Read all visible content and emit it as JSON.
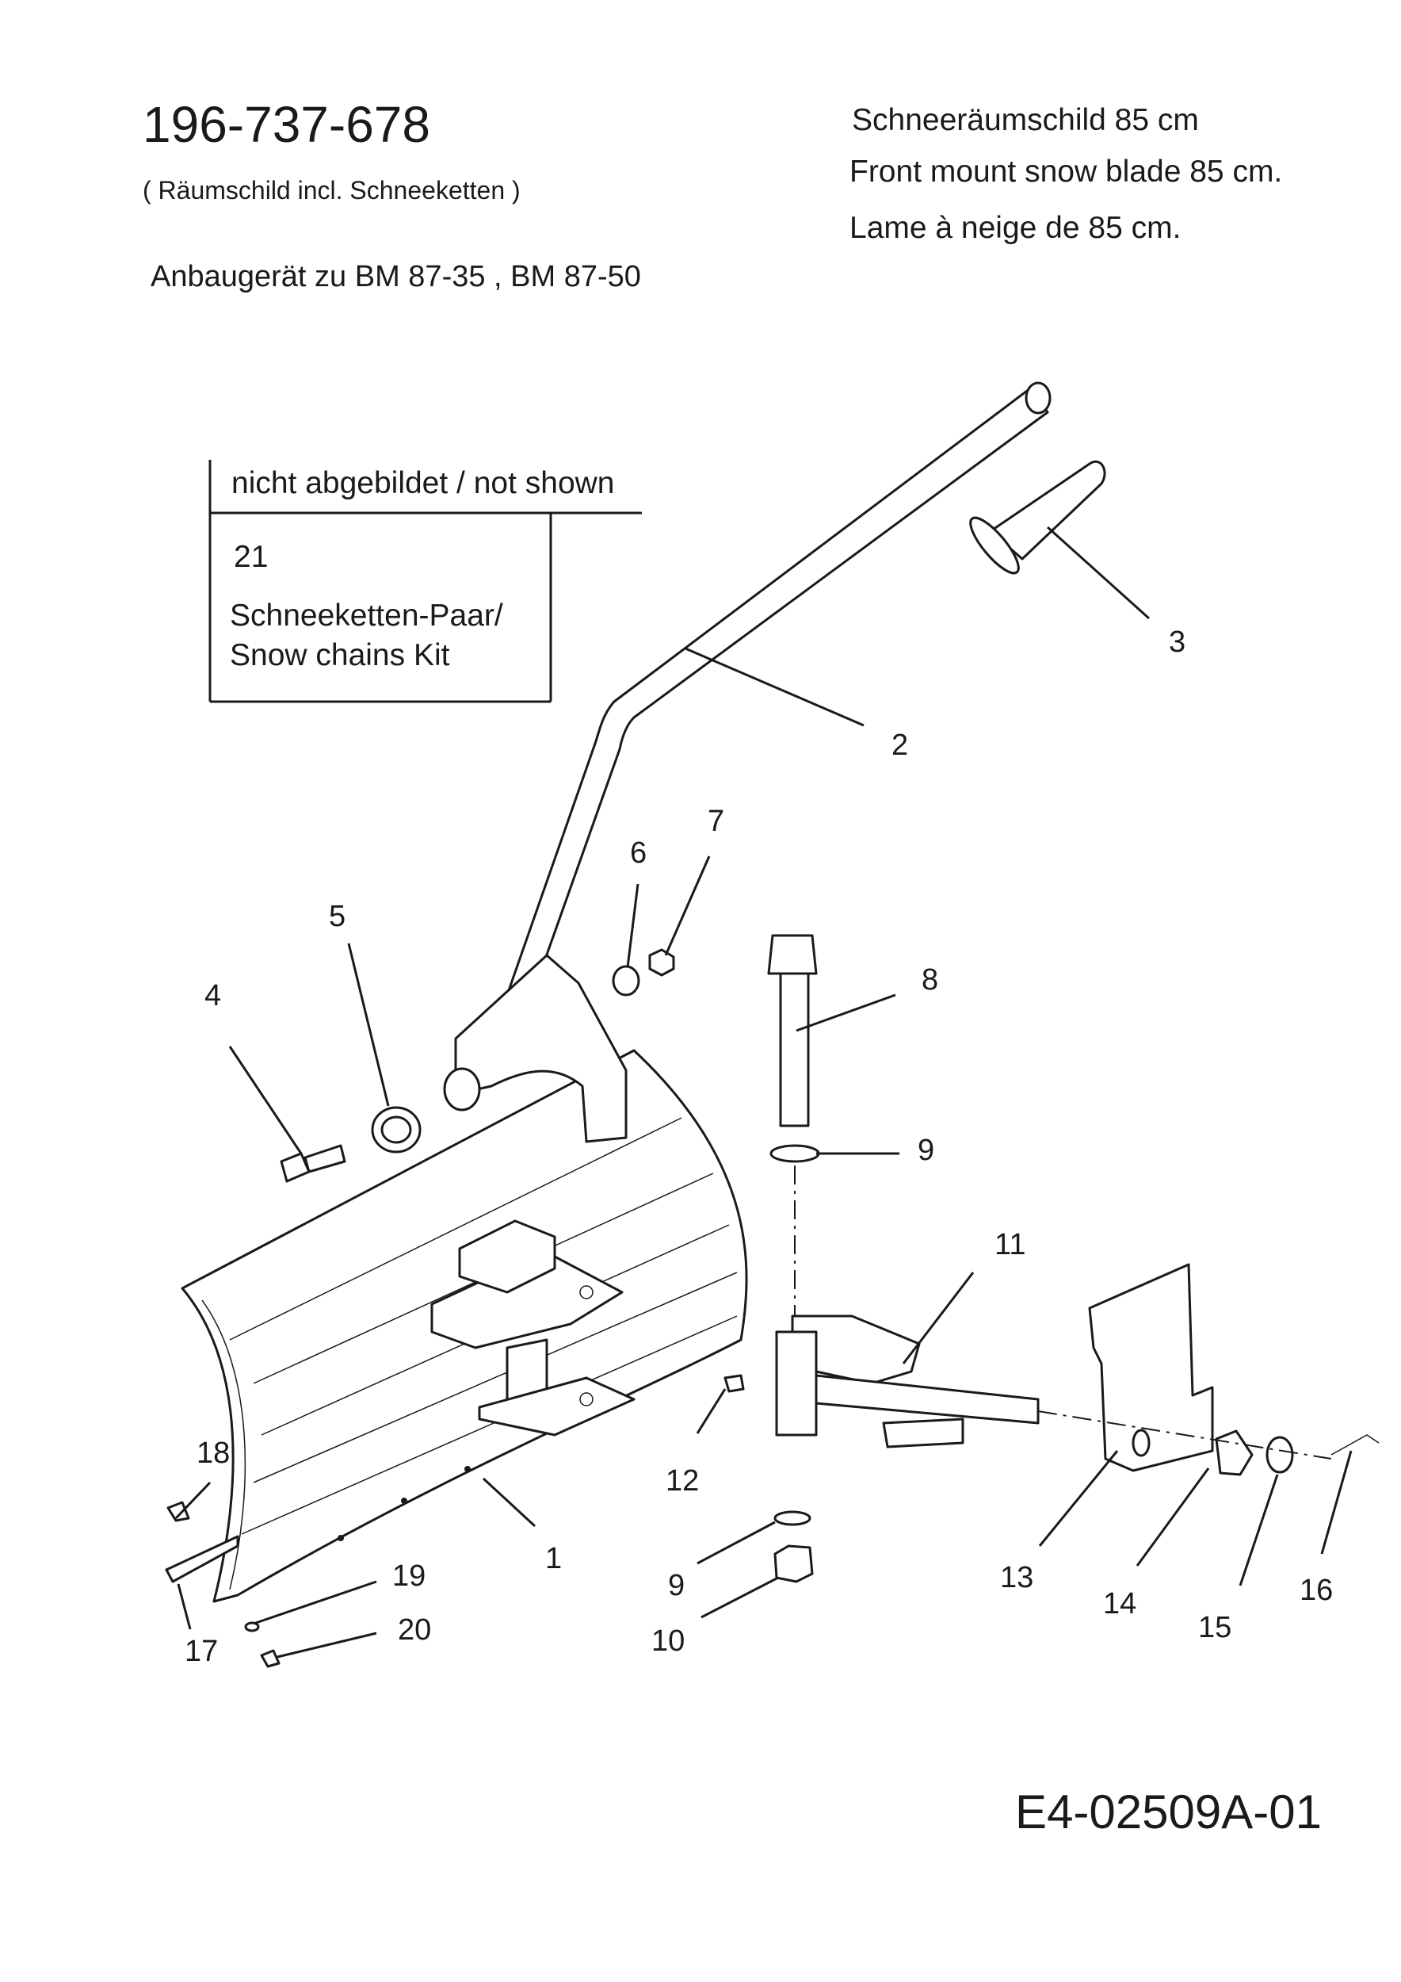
{
  "header": {
    "part_number": "196-737-678",
    "subtitle": "( Räumschild  incl. Schneeketten )",
    "fitment": "Anbaugerät zu BM 87-35 , BM 87-50",
    "description_de": "Schneeräumschild 85 cm",
    "description_en": "Front mount snow blade 85 cm.",
    "description_fr": "Lame à neige de 85 cm."
  },
  "not_shown": {
    "title": "nicht abgebildet / not shown",
    "item_number": "21",
    "item_line1": "Schneeketten-Paar/",
    "item_line2": "Snow chains Kit"
  },
  "callouts": [
    "1",
    "2",
    "3",
    "4",
    "5",
    "6",
    "7",
    "8",
    "9",
    "9",
    "10",
    "11",
    "12",
    "13",
    "14",
    "15",
    "16",
    "17",
    "18",
    "19",
    "20"
  ],
  "drawing_code": "E4-02509A-01"
}
